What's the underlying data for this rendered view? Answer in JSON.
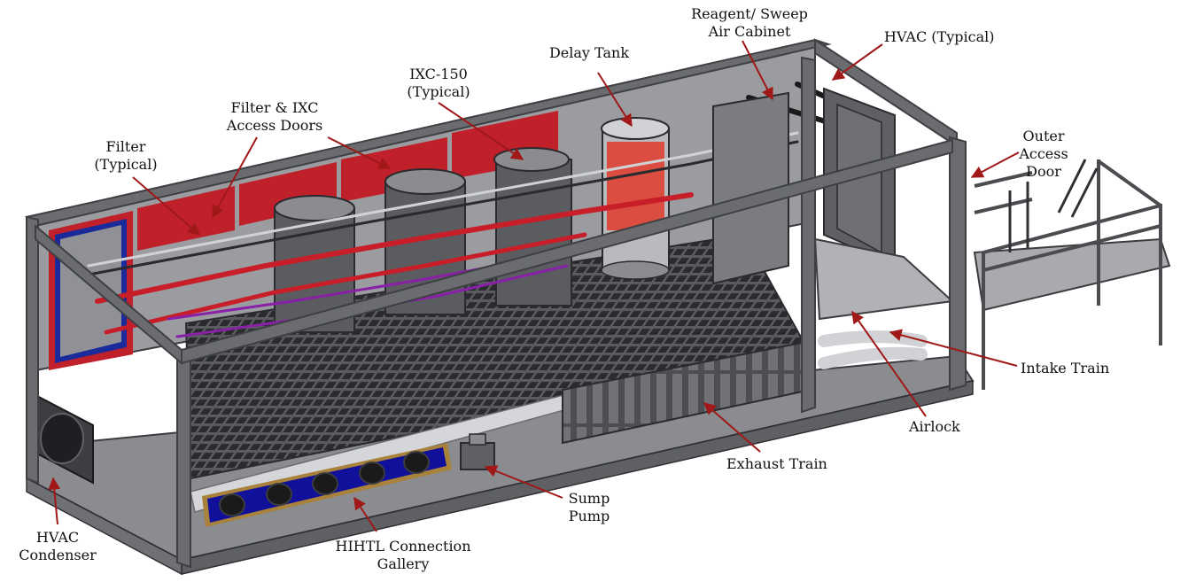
{
  "diagram": {
    "colors": {
      "arrow": "#a01818",
      "frame": "#6a6c70",
      "frame_dark": "#3e4044",
      "grating": "#2e2f33",
      "panel_red": "#c0202a",
      "panel_blue": "#1a2a9a",
      "pipe_red": "#c81e2a",
      "pipe_purple": "#8a1fa8",
      "tank_red": "#e03a2a",
      "gallery_blue": "#10109a",
      "gallery_rim": "#a8823a"
    },
    "labels": {
      "reagent": {
        "lines": [
          "Reagent/ Sweep",
          "Air Cabinet"
        ]
      },
      "hvac": {
        "lines": [
          "HVAC (Typical)"
        ]
      },
      "delay": {
        "lines": [
          "Delay Tank"
        ]
      },
      "ixc": {
        "lines": [
          "IXC-150",
          "(Typical)"
        ]
      },
      "filterixc": {
        "lines": [
          "Filter & IXC",
          "Access Doors"
        ]
      },
      "filter": {
        "lines": [
          "Filter",
          "(Typical)"
        ]
      },
      "outer": {
        "lines": [
          "Outer",
          "Access",
          "Door"
        ]
      },
      "intake": {
        "lines": [
          "Intake Train"
        ]
      },
      "airlock": {
        "lines": [
          "Airlock"
        ]
      },
      "exhaust": {
        "lines": [
          "Exhaust Train"
        ]
      },
      "sump": {
        "lines": [
          "Sump",
          "Pump"
        ]
      },
      "hihtl": {
        "lines": [
          "HIHTL Connection",
          "Gallery"
        ]
      },
      "condenser": {
        "lines": [
          "HVAC",
          "Condenser"
        ]
      }
    }
  }
}
